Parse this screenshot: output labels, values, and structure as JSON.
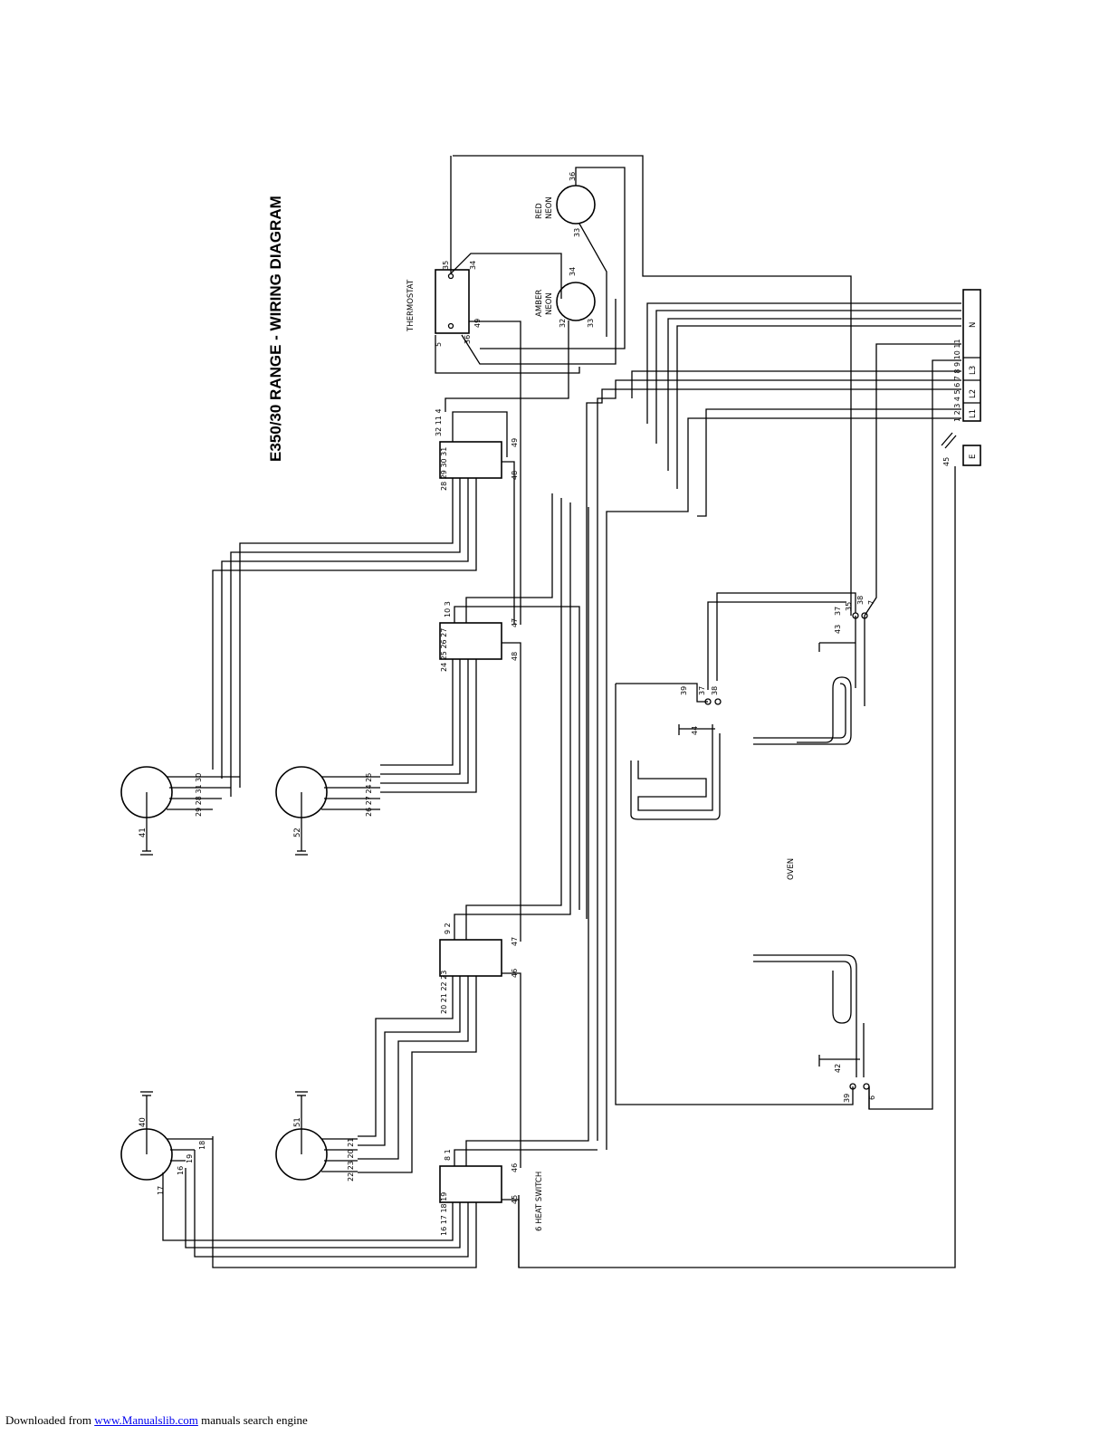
{
  "diagram": {
    "title": "E350/30 RANGE - WIRING DIAGRAM",
    "labels": {
      "thermostat": "THERMOSTAT",
      "red_neon_1": "RED",
      "red_neon_2": "NEON",
      "amber_neon_1": "AMBER",
      "amber_neon_2": "NEON",
      "oven": "OVEN",
      "heat_switch": "6 HEAT SWITCH"
    },
    "terminal_block": {
      "numbers": "1  2  3  4  5  6  7  8  9 10 11",
      "L1": "L1",
      "L2": "L2",
      "L3": "L3",
      "N": "N",
      "E": "E",
      "earth_wire": "45"
    },
    "hotplates": {
      "hp41": {
        "id": "41",
        "wires_a": "30 31 28 29",
        "wires_b": "29 28 31 30"
      },
      "hp52": {
        "id": "52",
        "wires_a": "26 27 24 25"
      },
      "hp40": {
        "id": "40",
        "w1": "17",
        "w2": "16",
        "w3": "19",
        "w4": "18"
      },
      "hp51": {
        "id": "51",
        "wires_a": "22 23 20 21"
      }
    },
    "switches": {
      "s1": {
        "top": "32  11  4",
        "out": "28 29 30 31",
        "side_a": "48",
        "side_b": "49"
      },
      "s2": {
        "top": "10  3",
        "out": "24 25 26 27",
        "side_a": "47",
        "side_b": "48"
      },
      "s3": {
        "top": "9  2",
        "out": "20 21 22 23",
        "side_a": "46",
        "side_b": "47"
      },
      "s4": {
        "top": "8  1",
        "out": "16 17 18 19",
        "side_a": "45",
        "side_b": "46"
      }
    },
    "oven_elements": {
      "e43": {
        "id": "43",
        "t1": "37",
        "t2": "35",
        "t3": "38",
        "t4": "7"
      },
      "e44": {
        "id": "44",
        "t1": "39",
        "t2": "37",
        "t3": "38"
      },
      "e42": {
        "id": "42",
        "t1": "39",
        "t2": "6"
      }
    },
    "thermostat_wires": {
      "a": "35",
      "b": "34",
      "c": "5",
      "d": "36",
      "e": "49"
    },
    "neon_wires": {
      "red_a": "36",
      "red_b": "33",
      "amber_a": "34",
      "amber_b": "32",
      "amber_c": "33"
    }
  },
  "footer": {
    "prefix": "Downloaded from ",
    "link_text": "www.Manualslib.com",
    "suffix": "  manuals search engine"
  }
}
